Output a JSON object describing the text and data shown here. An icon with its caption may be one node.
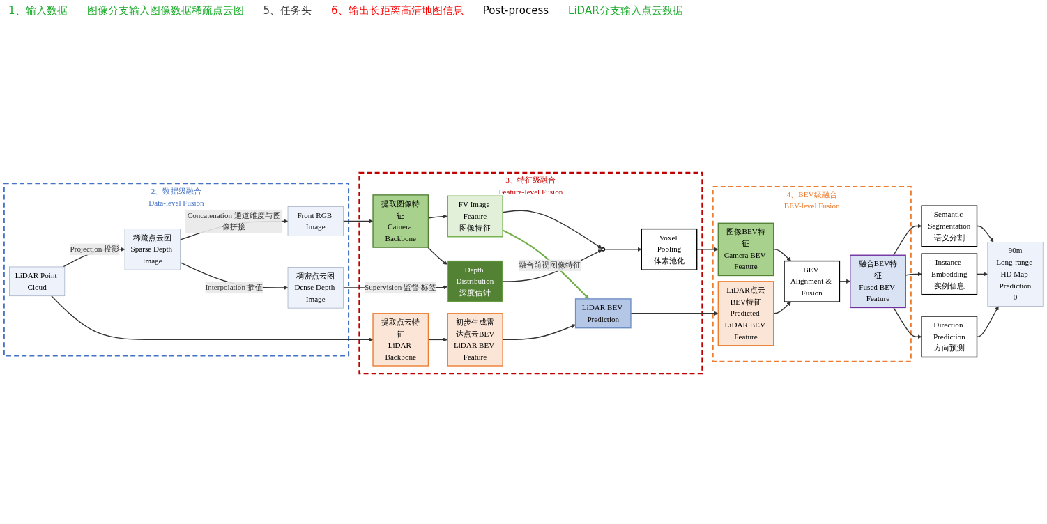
{
  "diagram": {
    "nodes": [
      {
        "text": [
          "2、数据级融合",
          "Data-level Fusion"
        ]
      },
      {
        "text": [
          "Front RGB Image"
        ],
        "in": 0
      },
      {
        "text": [
          "稀疏点云图",
          "Sparse Depth Image"
        ],
        "in": 0
      },
      {
        "text": [
          "稠密点云图",
          "Dense Depth Image"
        ],
        "in": 0
      },
      {
        "text": [
          "LiDAR Point Cloud"
        ],
        "in": 0
      },
      {
        "text": [
          "3、特征级融合",
          "Feature-level Fusion"
        ]
      },
      {
        "text": [
          "提取图像特征",
          "Camera Backbone"
        ],
        "in": 5
      },
      {
        "text": [
          "FV Image Feature",
          "图像特征"
        ],
        "in": 5
      },
      {
        "text": [
          "Depth Distribution",
          "深度估计"
        ],
        "in": 5
      },
      {
        "text": [],
        "shape": "circle",
        "in": 5
      },
      {
        "text": [
          "Voxel Pooling",
          "体素池化"
        ],
        "in": 5
      },
      {
        "text": [
          "提取点云特征",
          "LiDAR Backbone"
        ],
        "in": 5
      },
      {
        "text": [
          "初步生成雷达点云BEV",
          "LiDAR BEV Feature"
        ],
        "in": 5
      },
      {
        "text": [
          "LiDAR BEV Prediction"
        ],
        "in": 5
      },
      {
        "text": [
          "4、BEV级融合",
          "BEV-level Fusion"
        ]
      },
      {
        "text": [
          "图像BEV特征",
          "Camera BEV Feature"
        ],
        "in": 14
      },
      {
        "text": [
          "BEV Alignment & Fusion"
        ],
        "in": 14
      },
      {
        "text": [
          "LiDAR点云BEV特征",
          "Predicted LiDAR BEV Feature"
        ],
        "in": 14
      },
      {
        "text": [
          "融合BEV特征",
          "Fused BEV Feature"
        ],
        "in": 14
      },
      {
        "text": [
          "Semantic Segmentation",
          "语义分割"
        ]
      },
      {
        "text": [
          "Instance Embedding",
          "实例信息"
        ]
      },
      {
        "text": [
          "Direction Prediction",
          "方向预测"
        ]
      },
      {
        "text": [
          "90m",
          "Long-range HD Map Prediction",
          "0"
        ]
      }
    ],
    "edges": [
      {
        "from": 1,
        "to": 6,
        "arrow": "to"
      },
      {
        "from": 2,
        "to": 1,
        "arrow": "to",
        "label": "Concatenation 通道维度与图像拼接"
      },
      {
        "from": 2,
        "to": 3,
        "arrow": "to",
        "label": "Interpolation 插值"
      },
      {
        "from": 3,
        "to": 8,
        "arrow": "to",
        "label": "Supervision 监督 标签"
      },
      {
        "from": 4,
        "to": 2,
        "arrow": "to",
        "label": "Projection 投影"
      },
      {
        "from": 4,
        "to": 11,
        "arrow": "to"
      },
      {
        "from": 6,
        "to": 7,
        "arrow": "to"
      },
      {
        "from": 6,
        "to": 8,
        "arrow": "to"
      },
      {
        "from": 7,
        "to": 9,
        "arrow": "to"
      },
      {
        "from": 8,
        "to": 9,
        "arrow": "to"
      },
      {
        "from": 9,
        "to": 10,
        "arrow": "to"
      },
      {
        "from": 10,
        "to": 15,
        "arrow": "to"
      },
      {
        "from": 7,
        "to": 13,
        "arrow": "to",
        "label": "融合前视图像特征",
        "color": "#70ad47"
      },
      {
        "from": 11,
        "to": 12,
        "arrow": "to"
      },
      {
        "from": 12,
        "to": 13,
        "arrow": "to"
      },
      {
        "from": 13,
        "to": 17,
        "arrow": "to"
      },
      {
        "from": 15,
        "to": 16,
        "arrow": "to"
      },
      {
        "from": 17,
        "to": 16,
        "arrow": "to"
      },
      {
        "from": 16,
        "to": 18,
        "arrow": "to"
      },
      {
        "from": 18,
        "to": 19,
        "arrow": "to"
      },
      {
        "from": 18,
        "to": 20,
        "arrow": "to"
      },
      {
        "from": 18,
        "to": 21,
        "arrow": "to"
      },
      {
        "from": 19,
        "to": 22,
        "arrow": "to"
      },
      {
        "from": 20,
        "to": 22,
        "arrow": "to"
      },
      {
        "from": 21,
        "to": 22,
        "arrow": "to"
      }
    ],
    "labels": [
      "1、输入数据",
      "图像分支输入图像数据稀疏点云图",
      "5、任务头",
      "6、输出长距离高清地图信息",
      "Post-process",
      "LiDAR分支输入点云数据"
    ]
  }
}
